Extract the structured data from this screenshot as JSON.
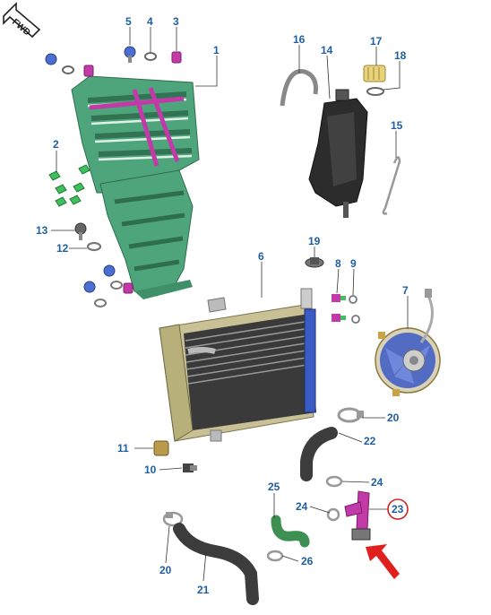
{
  "fwd_label": "FWD",
  "colors": {
    "callout": "#1f5fa0",
    "shroud_green": "#4ea57c",
    "accent_magenta": "#c13aa8",
    "fan_blue": "#3a5bc4",
    "radiator_gold": "#b8b07a",
    "arrow_red": "#e0201c",
    "circle_red": "#d42020",
    "hose_dark": "#3c3c3c"
  },
  "callouts": {
    "c1": "1",
    "c2": "2",
    "c3": "3",
    "c4": "4",
    "c5": "5",
    "c6": "6",
    "c7": "7",
    "c8": "8",
    "c9": "9",
    "c10": "10",
    "c11": "11",
    "c12": "12",
    "c13": "13",
    "c14": "14",
    "c15": "15",
    "c16": "16",
    "c17": "17",
    "c18": "18",
    "c19": "19",
    "c20a": "20",
    "c20b": "20",
    "c21": "21",
    "c22": "22",
    "c23": "23",
    "c24a": "24",
    "c24b": "24",
    "c25": "25",
    "c26": "26"
  },
  "highlighted_part": "23"
}
